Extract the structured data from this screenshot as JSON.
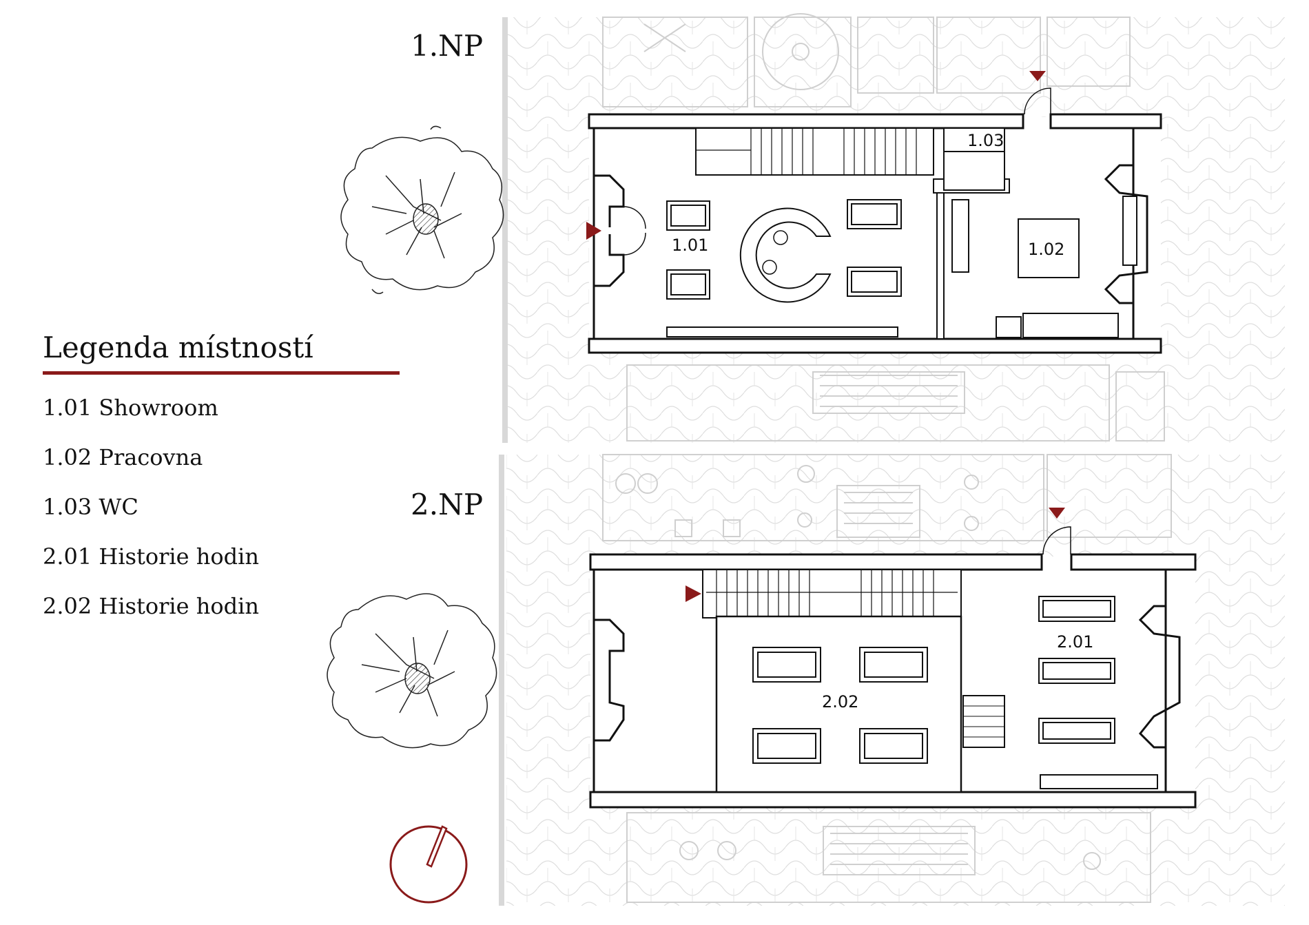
{
  "floors": [
    {
      "label": "1.NP"
    },
    {
      "label": "2.NP"
    }
  ],
  "legend": {
    "title": "Legenda místností",
    "items": [
      "1.01 Showroom",
      "1.02 Pracovna",
      "1.03 WC",
      "2.01 Historie hodin",
      "2.02 Historie hodin"
    ]
  },
  "rooms": {
    "r101": "1.01",
    "r102": "1.02",
    "r103": "1.03",
    "r201": "2.01",
    "r202": "2.02"
  },
  "colors": {
    "accent": "#8a1a1a",
    "wall": "#111111",
    "context": "#cfcfcf"
  }
}
